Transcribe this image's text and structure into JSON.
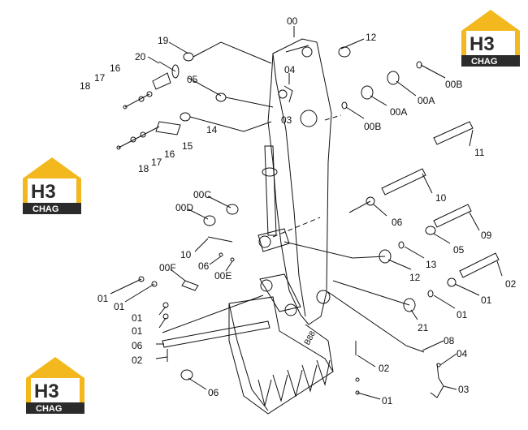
{
  "diagram": {
    "labels": [
      {
        "id": "l-00-top",
        "text": "00"
      },
      {
        "id": "l-12-top",
        "text": "12"
      },
      {
        "id": "l-19",
        "text": "19"
      },
      {
        "id": "l-20",
        "text": "20"
      },
      {
        "id": "l-16-a",
        "text": "16"
      },
      {
        "id": "l-17-a",
        "text": "17"
      },
      {
        "id": "l-18-a",
        "text": "18"
      },
      {
        "id": "l-05-a",
        "text": "05"
      },
      {
        "id": "l-04-a",
        "text": "04"
      },
      {
        "id": "l-03-a",
        "text": "03"
      },
      {
        "id": "l-14",
        "text": "14"
      },
      {
        "id": "l-15",
        "text": "15"
      },
      {
        "id": "l-16-b",
        "text": "16"
      },
      {
        "id": "l-17-b",
        "text": "17"
      },
      {
        "id": "l-18-b",
        "text": "18"
      },
      {
        "id": "l-00b-a",
        "text": "00B"
      },
      {
        "id": "l-00a-a",
        "text": "00A"
      },
      {
        "id": "l-00a-b",
        "text": "00A"
      },
      {
        "id": "l-00b-b",
        "text": "00B"
      },
      {
        "id": "l-11",
        "text": "11"
      },
      {
        "id": "l-10-a",
        "text": "10"
      },
      {
        "id": "l-06-a",
        "text": "06"
      },
      {
        "id": "l-09",
        "text": "09"
      },
      {
        "id": "l-05-b",
        "text": "05"
      },
      {
        "id": "l-13",
        "text": "13"
      },
      {
        "id": "l-12-b",
        "text": "12"
      },
      {
        "id": "l-02-a",
        "text": "02"
      },
      {
        "id": "l-01-a",
        "text": "01"
      },
      {
        "id": "l-01-b",
        "text": "01"
      },
      {
        "id": "l-21",
        "text": "21"
      },
      {
        "id": "l-00c",
        "text": "00C"
      },
      {
        "id": "l-00d",
        "text": "00D"
      },
      {
        "id": "l-10-b",
        "text": "10"
      },
      {
        "id": "l-06-b",
        "text": "06"
      },
      {
        "id": "l-00e",
        "text": "00E"
      },
      {
        "id": "l-00f",
        "text": "00F"
      },
      {
        "id": "l-01-c",
        "text": "01"
      },
      {
        "id": "l-01-d",
        "text": "01"
      },
      {
        "id": "l-01-e",
        "text": "01"
      },
      {
        "id": "l-01-f",
        "text": "01"
      },
      {
        "id": "l-06-c",
        "text": "06"
      },
      {
        "id": "l-02-b",
        "text": "02"
      },
      {
        "id": "l-06-d",
        "text": "06"
      },
      {
        "id": "l-08",
        "text": "08"
      },
      {
        "id": "l-04-b",
        "text": "04"
      },
      {
        "id": "l-02-c",
        "text": "02"
      },
      {
        "id": "l-03-b",
        "text": "03"
      },
      {
        "id": "l-01-g",
        "text": "01"
      },
      {
        "id": "l-b88",
        "text": "B88"
      }
    ]
  },
  "logos": {
    "top_right": {
      "mark": "H3",
      "word": "CHAG"
    },
    "mid_left": {
      "mark": "H3",
      "word": "CHAG"
    },
    "bottom_left": {
      "mark": "H3",
      "word": "CHAG"
    }
  },
  "colors": {
    "logo_yellow": "#f2b81d",
    "logo_dark": "#2b2b2b",
    "line": "#111111"
  }
}
